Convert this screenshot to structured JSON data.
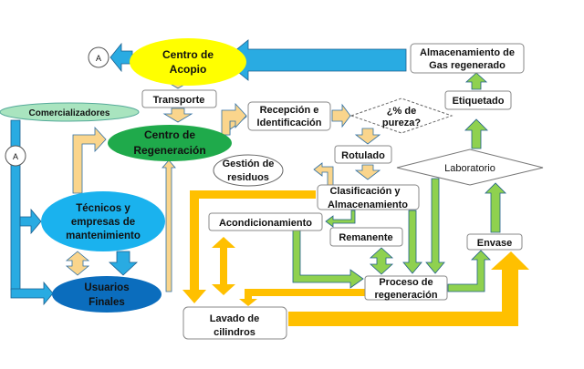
{
  "nodes": {
    "centro_acopio": [
      "Centro de",
      "Acopio"
    ],
    "almacenamiento_gas": [
      "Almacenamiento de",
      "Gas regenerado"
    ],
    "transporte": "Transporte",
    "comercializadores": "Comercializadores",
    "centro_regeneracion": [
      "Centro de",
      "Regeneración"
    ],
    "recepcion": [
      "Recepción e",
      "Identificación"
    ],
    "pureza": [
      "¿% de",
      "pureza?"
    ],
    "etiquetado": "Etiquetado",
    "laboratorio": "Laboratorio",
    "rotulado": "Rotulado",
    "gestion_residuos": [
      "Gestión de",
      "residuos"
    ],
    "clasificacion": [
      "Clasificación y",
      "Almacenamiento"
    ],
    "acondicionamiento": "Acondicionamiento",
    "remanente": "Remanente",
    "envase": "Envase",
    "proceso": [
      "Proceso de",
      "regeneración"
    ],
    "lavado": [
      "Lavado de",
      "cilindros"
    ],
    "tecnicos": [
      "Técnicos y",
      "empresas de",
      "mantenimiento"
    ],
    "usuarios": [
      "Usuarios",
      "Finales"
    ],
    "connector_a": "A"
  },
  "colors": {
    "acopio": "#ffff00",
    "regeneracion": "#1faa4b",
    "comercializadores": "#a9e4bf",
    "tecnicos": "#1ab2ee",
    "usuarios": "#0b6dbd",
    "flow_tan": "#fad58c",
    "flow_green": "#8fd14f",
    "flow_yellow": "#ffc000",
    "flow_blue": "#29abe2"
  }
}
